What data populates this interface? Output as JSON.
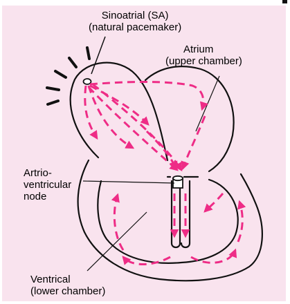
{
  "labels": {
    "sa_node": {
      "line1": "Sinoatrial (SA)",
      "line2": "(natural pacemaker)"
    },
    "atrium": {
      "line1": "Atrium",
      "line2": "(upper chamber)"
    },
    "av_node": {
      "line1": "Artrio-",
      "line2": "ventricular",
      "line3": "node"
    },
    "ventricle": {
      "line1": "Ventrical",
      "line2": "(lower chamber)"
    }
  },
  "colors": {
    "background": "#f9e3ee",
    "outline": "#111111",
    "impulse_path": "#ee2c86",
    "label_text": "#000000"
  }
}
